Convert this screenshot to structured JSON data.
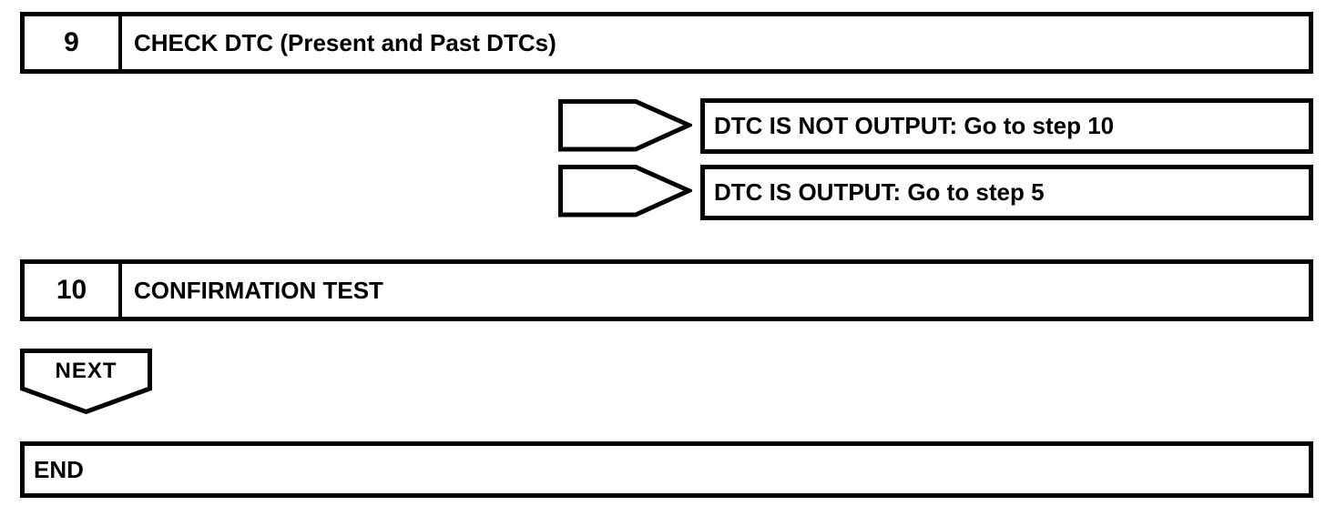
{
  "steps": [
    {
      "number": "9",
      "title": "CHECK DTC (Present and Past DTCs)"
    },
    {
      "number": "10",
      "title": "CONFIRMATION TEST"
    }
  ],
  "results": [
    {
      "label": "DTC IS NOT OUTPUT: Go to step 10"
    },
    {
      "label": "DTC IS OUTPUT: Go to step 5"
    }
  ],
  "next_label": "NEXT",
  "end_label": "END",
  "colors": {
    "line": "#000000",
    "background": "#ffffff"
  }
}
